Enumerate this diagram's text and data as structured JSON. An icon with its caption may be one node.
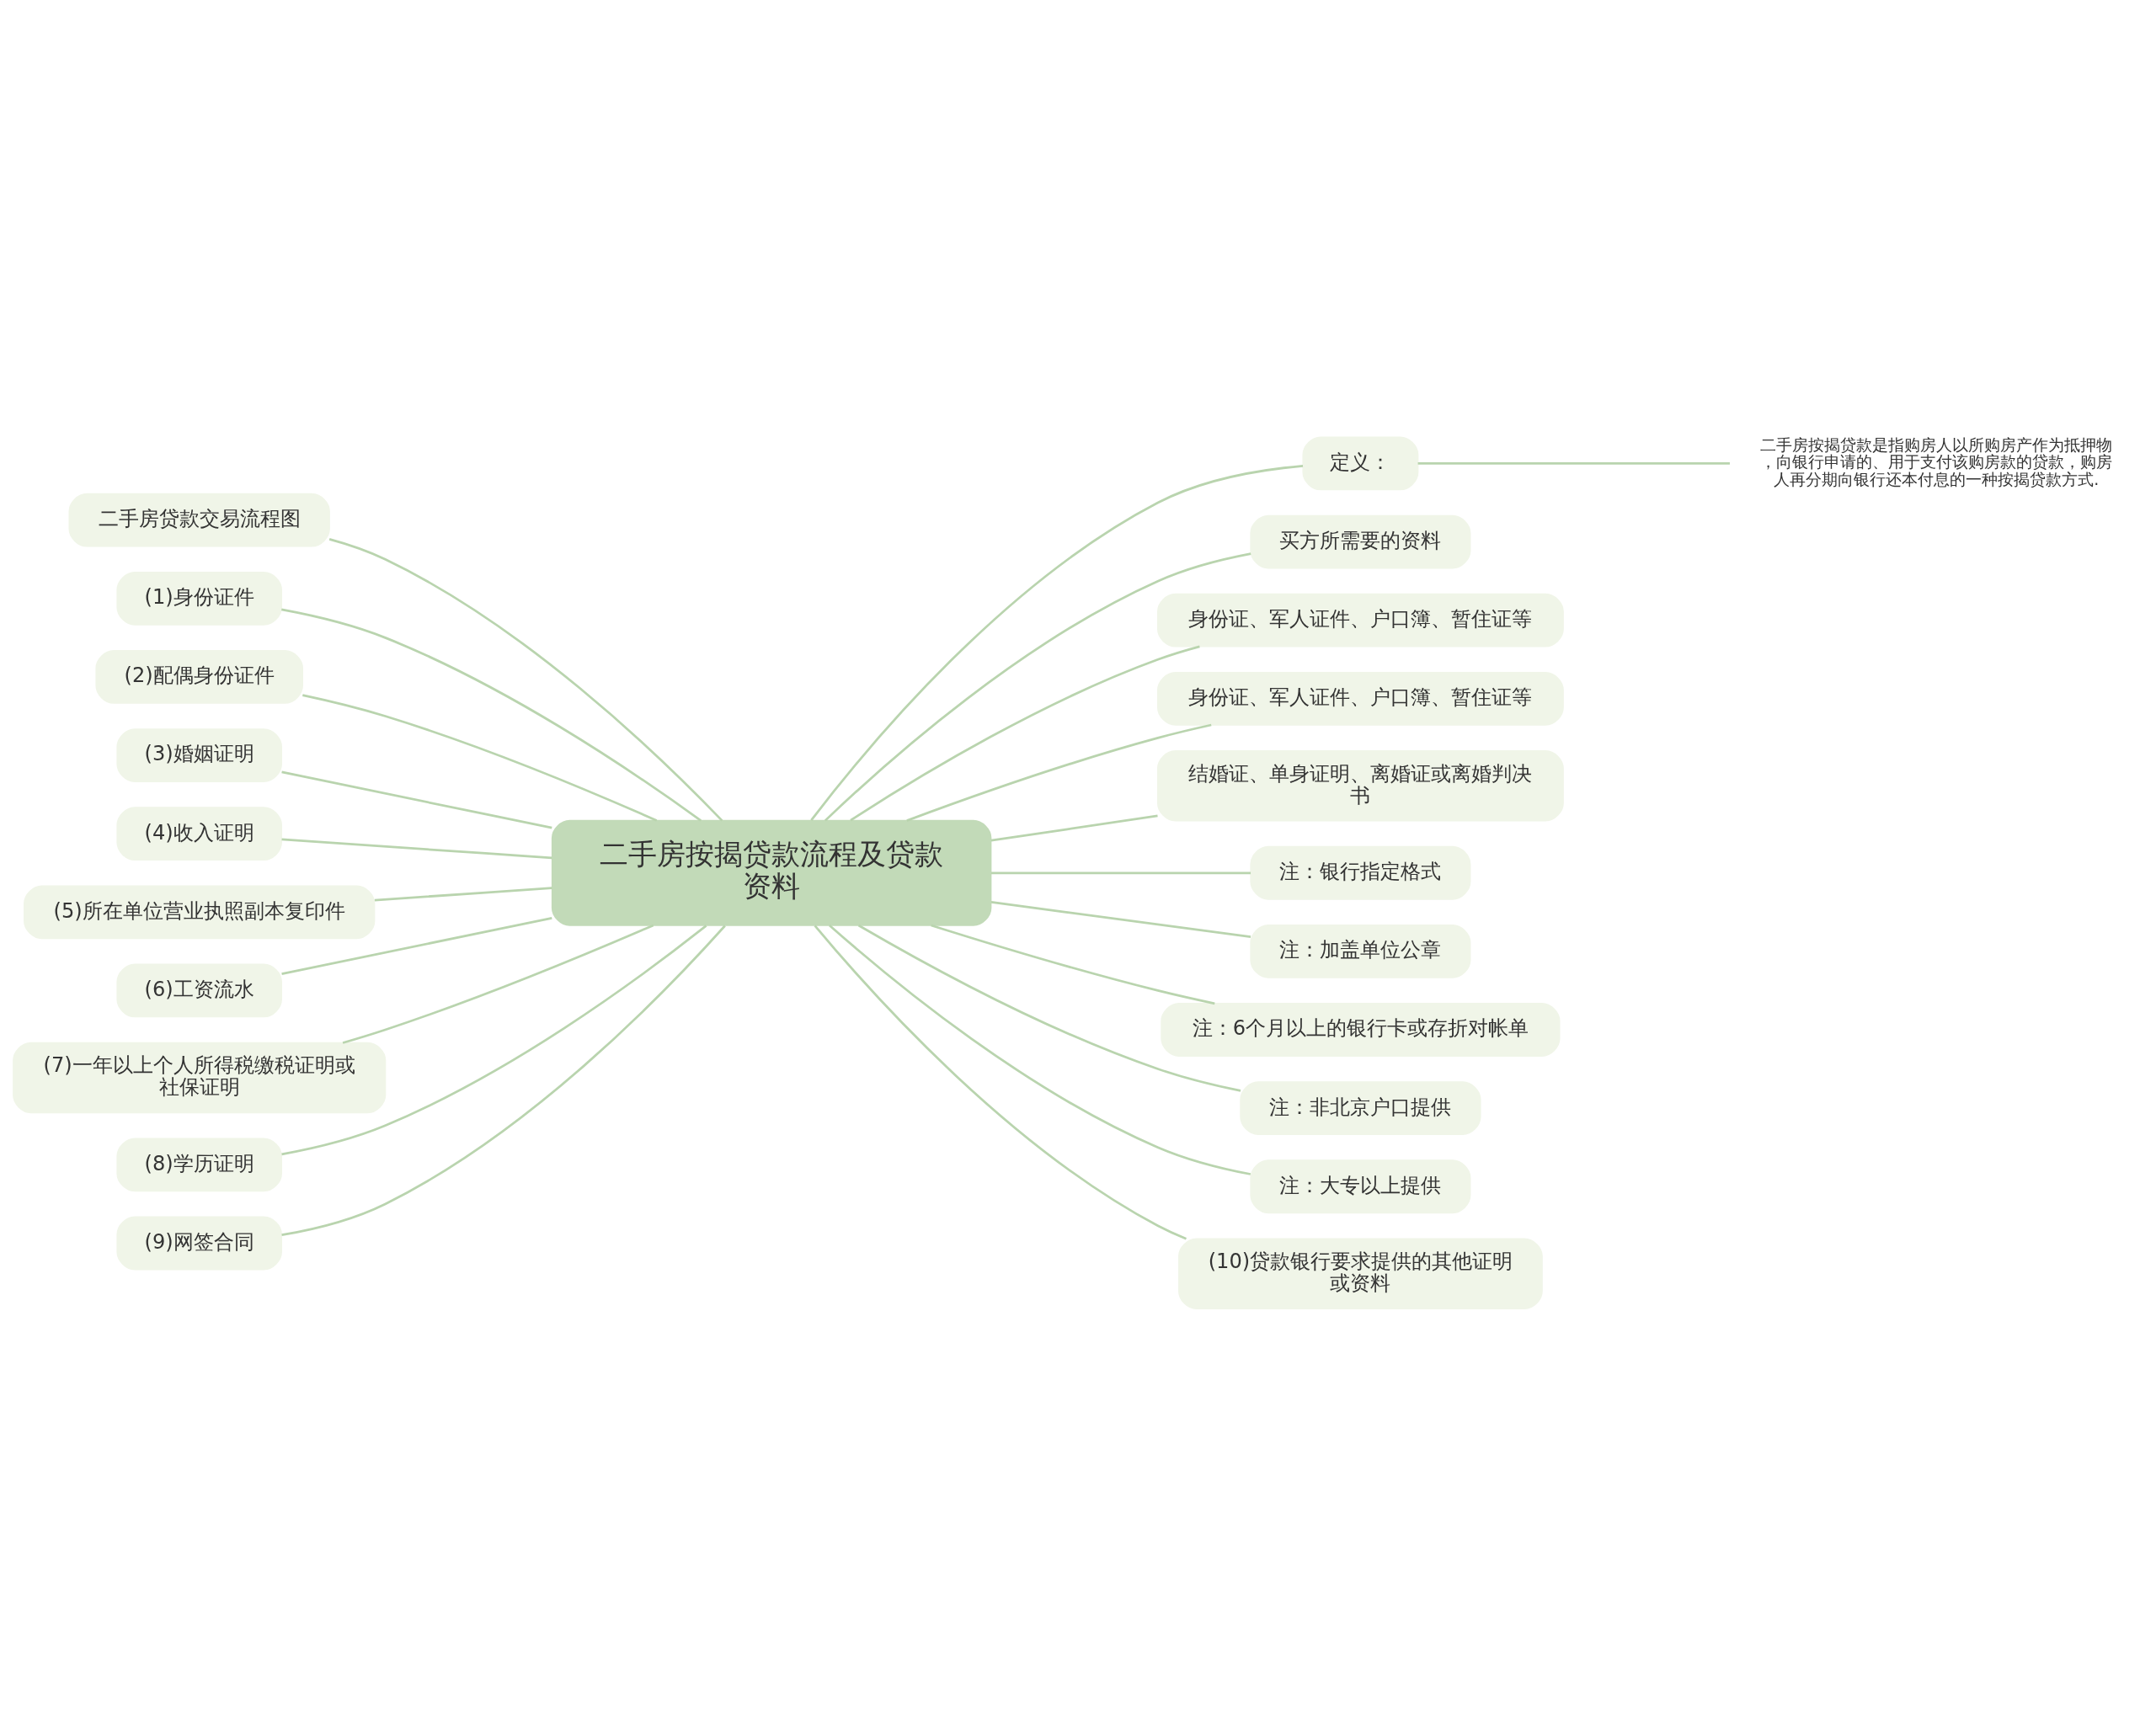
{
  "diagram": {
    "nodes": [
      {
        "text": [
          "二手房按揭贷款流程及贷款资料"
        ]
      },
      {
        "text": [
          "二手房贷款交易流程图"
        ]
      },
      {
        "text": [
          "(1)身份证件"
        ]
      },
      {
        "text": [
          "(2)配偶身份证件"
        ]
      },
      {
        "text": [
          "(3)婚姻证明"
        ]
      },
      {
        "text": [
          "(4)收入证明"
        ]
      },
      {
        "text": [
          "(5)所在单位营业执照副本复印件"
        ]
      },
      {
        "text": [
          "(6)工资流水"
        ]
      },
      {
        "text": [
          "(7)一年以上个人所得税缴税证明或社保证明"
        ]
      },
      {
        "text": [
          "(8)学历证明"
        ]
      },
      {
        "text": [
          "(9)网签合同"
        ]
      },
      {
        "text": [
          "定义："
        ]
      },
      {
        "text": [
          "二手房按揭贷款是指购房人以所购房产作为抵押物，向银行申请的、用于支付该购房款的贷款，购房人再分期向银行还本付息的一种按揭贷款方式."
        ]
      },
      {
        "text": [
          "买方所需要的资料"
        ]
      },
      {
        "text": [
          "身份证、军人证件、户口簿、暂住证等"
        ]
      },
      {
        "text": [
          "身份证、军人证件、户口簿、暂住证等"
        ]
      },
      {
        "text": [
          "结婚证、单身证明、离婚证或离婚判决书"
        ]
      },
      {
        "text": [
          "注：银行指定格式"
        ]
      },
      {
        "text": [
          "注：加盖单位公章"
        ]
      },
      {
        "text": [
          "注：6个月以上的银行卡或存折对帐单"
        ]
      },
      {
        "text": [
          "注：非北京户口提供"
        ]
      },
      {
        "text": [
          "注：大专以上提供"
        ]
      },
      {
        "text": [
          "(10)贷款银行要求提供的其他证明或资料"
        ]
      }
    ],
    "edges": [
      {
        "from": 0,
        "to": 1,
        "arrow": "none"
      },
      {
        "from": 0,
        "to": 2,
        "arrow": "none"
      },
      {
        "from": 0,
        "to": 3,
        "arrow": "none"
      },
      {
        "from": 0,
        "to": 4,
        "arrow": "none"
      },
      {
        "from": 0,
        "to": 5,
        "arrow": "none"
      },
      {
        "from": 0,
        "to": 6,
        "arrow": "none"
      },
      {
        "from": 0,
        "to": 7,
        "arrow": "none"
      },
      {
        "from": 0,
        "to": 8,
        "arrow": "none"
      },
      {
        "from": 0,
        "to": 9,
        "arrow": "none"
      },
      {
        "from": 0,
        "to": 10,
        "arrow": "none"
      },
      {
        "from": 0,
        "to": 11,
        "arrow": "none"
      },
      {
        "from": 11,
        "to": 12,
        "arrow": "none"
      },
      {
        "from": 0,
        "to": 13,
        "arrow": "none"
      },
      {
        "from": 0,
        "to": 14,
        "arrow": "none"
      },
      {
        "from": 0,
        "to": 15,
        "arrow": "none"
      },
      {
        "from": 0,
        "to": 16,
        "arrow": "none"
      },
      {
        "from": 0,
        "to": 17,
        "arrow": "none"
      },
      {
        "from": 0,
        "to": 18,
        "arrow": "none"
      },
      {
        "from": 0,
        "to": 19,
        "arrow": "none"
      },
      {
        "from": 0,
        "to": 20,
        "arrow": "none"
      },
      {
        "from": 0,
        "to": 21,
        "arrow": "none"
      },
      {
        "from": 0,
        "to": 22,
        "arrow": "none"
      }
    ]
  }
}
